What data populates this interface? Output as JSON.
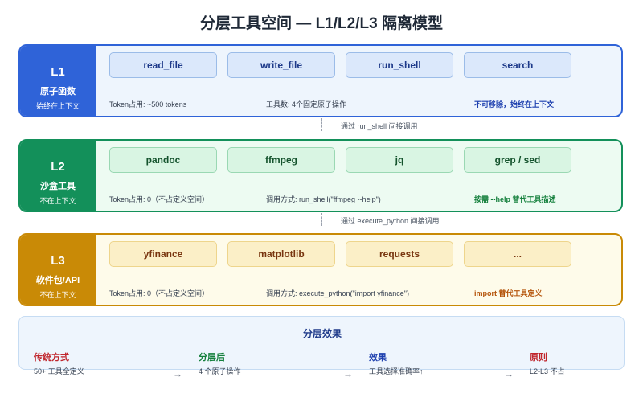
{
  "title": "分层工具空间 — L1/L2/L3 隔离模型",
  "layers": [
    {
      "level": "L1",
      "name": "原子函数",
      "status": "始终在上下文",
      "colors": {
        "accent": "#2f63d8",
        "chip_bg": "#dbe8fb",
        "chip_border": "#9bbce8",
        "chip_text": "#1e3a8a",
        "body": "#eef5fd",
        "highlight": "#1e40af"
      },
      "chips": [
        "read_file",
        "write_file",
        "run_shell",
        "search"
      ],
      "meta": [
        "Token占用: ~500 tokens",
        "工具数: 4个固定原子操作",
        "不可移除，始终在上下文"
      ]
    },
    {
      "level": "L2",
      "name": "沙盒工具",
      "status": "不在上下文",
      "colors": {
        "accent": "#13905a",
        "chip_bg": "#d9f5e3",
        "chip_border": "#9ad8b3",
        "chip_text": "#14532d",
        "body": "#edfbf2",
        "highlight": "#15803d"
      },
      "chips": [
        "pandoc",
        "ffmpeg",
        "jq",
        "grep / sed"
      ],
      "meta": [
        "Token占用: 0（不占定义空间）",
        "调用方式: run_shell(\"ffmpeg --help\")",
        "按需 --help 替代工具描述"
      ]
    },
    {
      "level": "L3",
      "name": "软件包/API",
      "status": "不在上下文",
      "colors": {
        "accent": "#c98a06",
        "chip_bg": "#fbefc7",
        "chip_border": "#eed58c",
        "chip_text": "#78350f",
        "body": "#fefbea",
        "highlight": "#b45309"
      },
      "chips": [
        "yfinance",
        "matplotlib",
        "requests",
        "..."
      ],
      "meta": [
        "Token占用: 0（不占定义空间）",
        "调用方式: execute_python(\"import yfinance\")",
        "import 替代工具定义"
      ]
    }
  ],
  "connectors": [
    "通过 run_shell 间接调用",
    "通过 execute_python 间接调用"
  ],
  "effect": {
    "title": "分层效果",
    "columns": [
      {
        "heading": "传统方式",
        "value": "50+ 工具全定义",
        "color": "#c0262d"
      },
      {
        "heading": "分层后",
        "value": "4 个原子操作",
        "color": "#15803d"
      },
      {
        "heading": "效果",
        "value": "工具选择准确率↑",
        "color": "#1e40af"
      },
      {
        "heading": "原则",
        "value": "L2-L3 不占",
        "color": "#c0262d"
      }
    ],
    "arrow": "→"
  }
}
